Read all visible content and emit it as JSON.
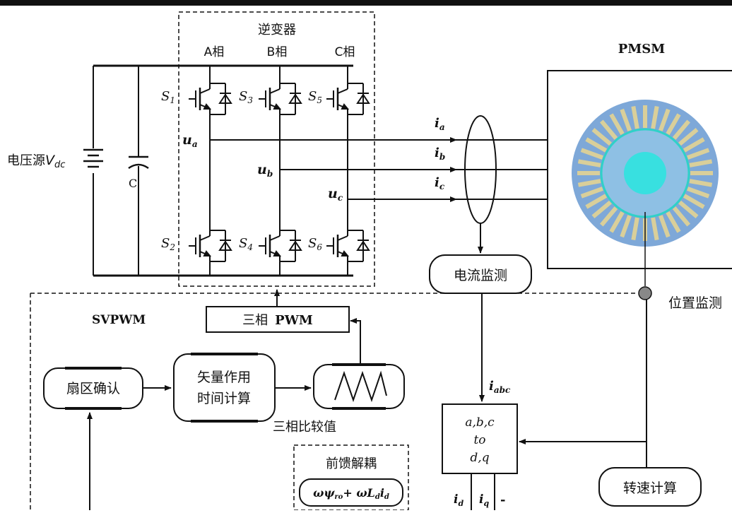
{
  "labels": {
    "inverter": "逆变器",
    "phase_a": "A相",
    "phase_b": "B相",
    "phase_c": "C相",
    "pmsm": "PMSM",
    "voltage_source": "电压源",
    "v_dc_main": "V",
    "v_dc_sub": "dc",
    "capacitor": "C",
    "s1": "S",
    "s1_sub": "1",
    "s2": "S",
    "s2_sub": "2",
    "s3": "S",
    "s3_sub": "3",
    "s4": "S",
    "s4_sub": "4",
    "s5": "S",
    "s5_sub": "5",
    "s6": "S",
    "s6_sub": "6",
    "ua": "u",
    "ua_sub": "a",
    "ub": "u",
    "ub_sub": "b",
    "uc": "u",
    "uc_sub": "c",
    "ia": "i",
    "ia_sub": "a",
    "ib": "i",
    "ib_sub": "b",
    "ic": "i",
    "ic_sub": "c",
    "iabc": "i",
    "iabc_sub": "abc",
    "current_monitor": "电流监测",
    "position_monitor": "位置监测",
    "svpwm": "SVPWM",
    "three_phase_pwm_cn": "三相",
    "three_phase_pwm_en": "PWM",
    "sector_confirm": "扇区确认",
    "vector_time_line1": "矢量作用",
    "vector_time_line2": "时间计算",
    "three_phase_compare": "三相比较值",
    "transform_line1": "a,b,c",
    "transform_line2": "to",
    "transform_line3": "d,q",
    "feedforward_decoupling": "前馈解耦",
    "feedforward_formula": "ωψ",
    "feedforward_formula_sub": "ro",
    "feedforward_formula_rest": "+ ωL",
    "feedforward_formula_sub2": "d",
    "feedforward_formula_i": "i",
    "feedforward_formula_sub3": "d",
    "id": "i",
    "id_sub": "d",
    "iq": "i",
    "iq_sub": "q",
    "minus_sign": "-",
    "speed_calc": "转速计算"
  },
  "colors": {
    "line": "#111111",
    "motor_outer": "#7ea8d8",
    "motor_slot": "#d9cf9a",
    "motor_inner_ring": "#2fd1c8",
    "motor_rotor": "#38e0e0",
    "sensor": "#888888"
  }
}
